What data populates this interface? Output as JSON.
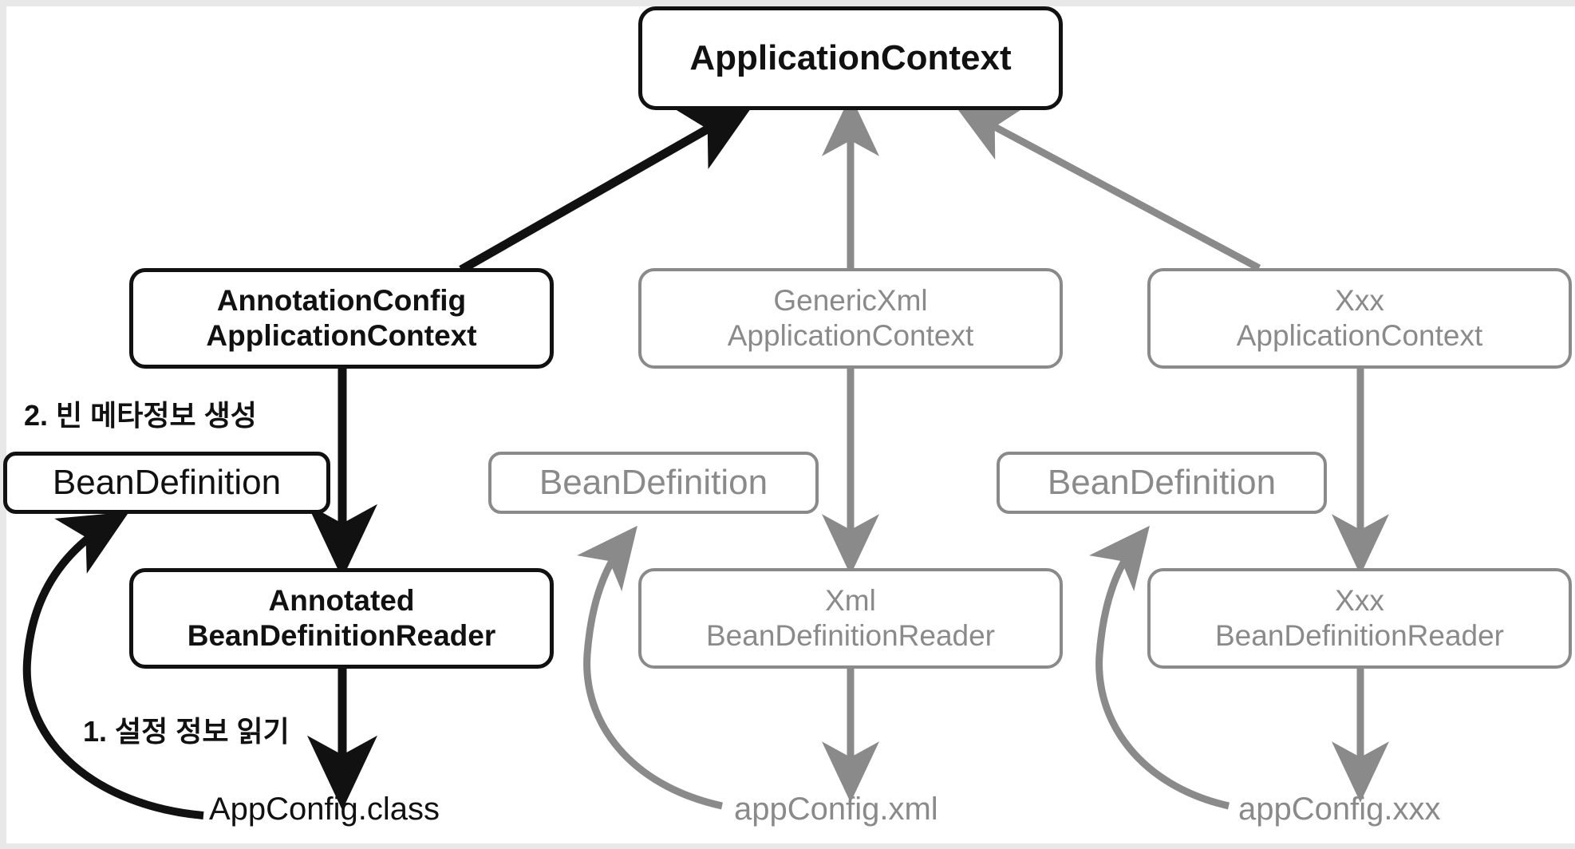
{
  "diagram": {
    "title": "Spring ApplicationContext BeanDefinition flow",
    "colors": {
      "primary": "#111111",
      "muted": "#8a8a8a",
      "background": "#ffffff"
    },
    "nodes": {
      "application_context": "ApplicationContext",
      "annotation_config_application_context": "AnnotationConfig\nApplicationContext",
      "generic_xml_application_context": "GenericXml\nApplicationContext",
      "xxx_application_context": "Xxx\nApplicationContext",
      "bean_definition_left": "BeanDefinition",
      "bean_definition_middle": "BeanDefinition",
      "bean_definition_right": "BeanDefinition",
      "annotated_bean_definition_reader": "Annotated\nBeanDefinitionReader",
      "xml_bean_definition_reader": "Xml\nBeanDefinitionReader",
      "xxx_bean_definition_reader": "Xxx\nBeanDefinitionReader"
    },
    "labels": {
      "step2": "2. 빈 메타정보 생성",
      "step1": "1. 설정 정보 읽기"
    },
    "files": {
      "app_config_class": "AppConfig.class",
      "app_config_xml": "appConfig.xml",
      "app_config_xxx": "appConfig.xxx"
    }
  }
}
